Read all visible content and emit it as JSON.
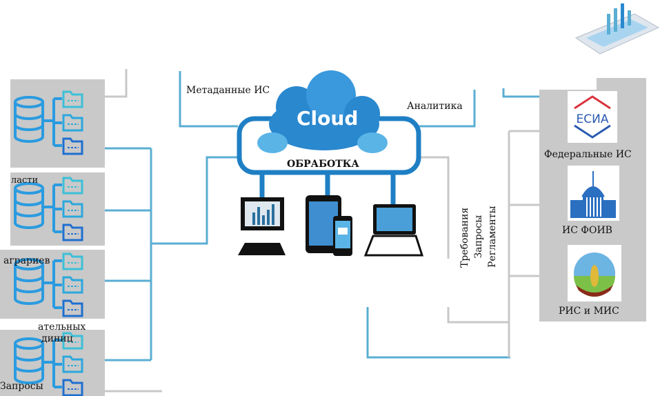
{
  "colors": {
    "accent_blue": "#5aaed3",
    "connector_gray": "#c8c8c8",
    "panel_gray": "#c9c9c9",
    "cloud_blue": "#1f7fc4",
    "icon_blue": "#2a9be0"
  },
  "left": {
    "fragments": [
      "ласти",
      "аграриев",
      "ательных",
      "диниц",
      "Запросы"
    ],
    "sources": [
      {
        "icon": "database-folders-icon"
      },
      {
        "icon": "database-folders-icon"
      },
      {
        "icon": "database-folders-icon"
      },
      {
        "icon": "database-folders-icon"
      }
    ]
  },
  "center": {
    "metadata_label": "Метаданные ИС",
    "analytics_label": "Аналитика",
    "cloud_label": "Cloud",
    "processing_label": "ОБРАБОТКА",
    "devices": [
      {
        "icon": "monitor-icon"
      },
      {
        "icon": "tablet-phone-icon"
      },
      {
        "icon": "laptop-icon"
      }
    ]
  },
  "requirements": {
    "lines": [
      "Требования",
      "Запросы",
      "Регламенты"
    ]
  },
  "right": {
    "systems": [
      {
        "label": "Федеральные ИС",
        "icon": "esia-logo",
        "logo_text": "ЕСИА"
      },
      {
        "label": "ИС ФОИВ",
        "icon": "government-building-icon"
      },
      {
        "label": "РИС и МИС",
        "icon": "agriculture-emblem-icon"
      }
    ]
  },
  "corner": {
    "icon": "analytics-tablet-icon"
  }
}
